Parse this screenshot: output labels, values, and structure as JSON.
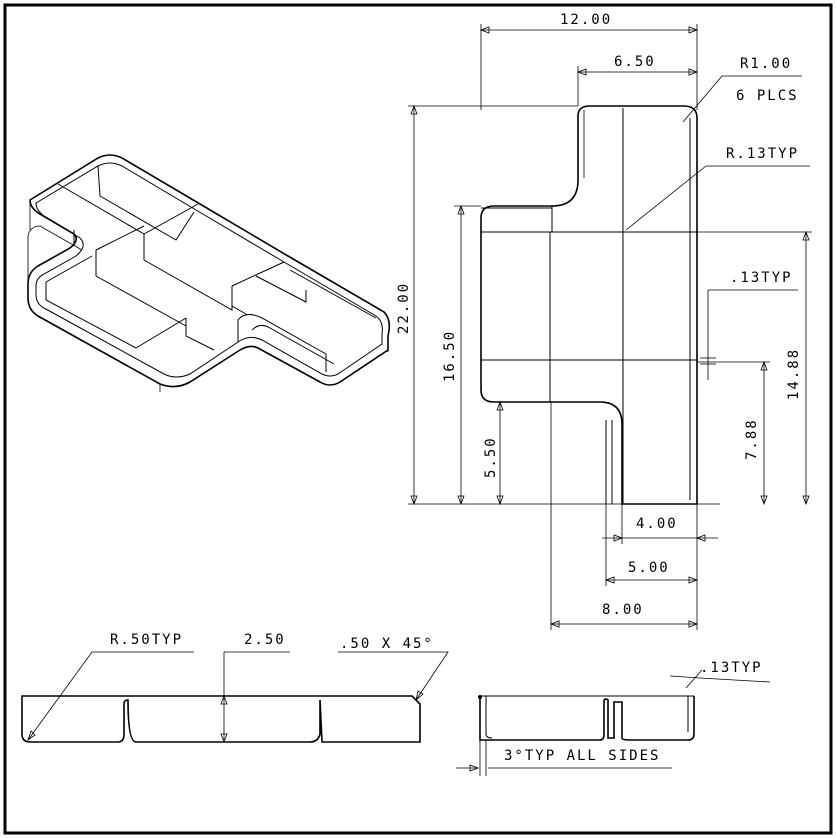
{
  "dimensions": {
    "width_overall": "12.00",
    "width_upper": "6.50",
    "corner_radius": "R1.00",
    "corner_count": "6 PLCS",
    "inner_radius": "R.13TYP",
    "wall_thickness": ".13TYP",
    "height_overall": "22.00",
    "height_left": "16.50",
    "height_right": "14.88",
    "height_low_left": "5.50",
    "height_low_right": "7.88",
    "bottom_4": "4.00",
    "bottom_5": "5.00",
    "bottom_8": "8.00",
    "section_radius": "R.50TYP",
    "depth": "2.50",
    "chamfer": ".50 X 45°",
    "side_wall": ".13TYP",
    "draft": "3°TYP ALL SIDES"
  }
}
